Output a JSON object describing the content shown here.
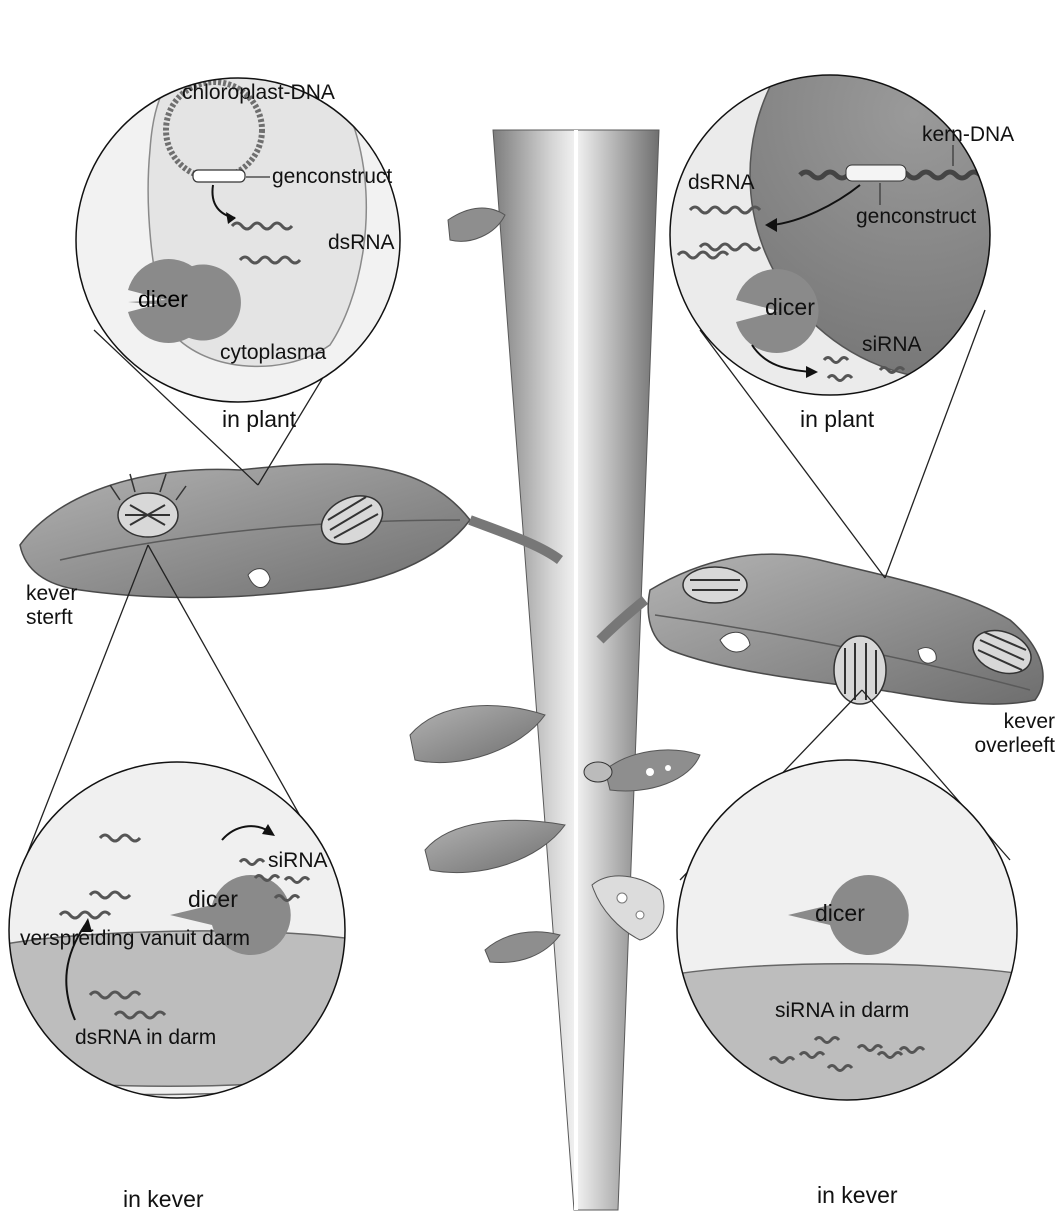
{
  "labels": {
    "top_left_chloroplast_dna": "chloroplast-DNA",
    "top_left_genconstruct": "genconstruct",
    "top_left_dsrna": "dsRNA",
    "top_left_dicer": "dicer",
    "top_left_cytoplasma": "cytoplasma",
    "top_left_caption": "in plant",
    "top_right_kern_dna": "kern-DNA",
    "top_right_dsrna": "dsRNA",
    "top_right_genconstruct": "genconstruct",
    "top_right_dicer": "dicer",
    "top_right_sirna": "siRNA",
    "top_right_caption": "in plant",
    "left_beetle_status": "kever\nsterft",
    "right_beetle_status": "kever\noverleeft",
    "bottom_left_dicer": "dicer",
    "bottom_left_sirna": "siRNA",
    "bottom_left_spread": "verspreiding vanuit darm",
    "bottom_left_dsrna_gut": "dsRNA in darm",
    "bottom_left_caption": "in kever",
    "bottom_right_dicer": "dicer",
    "bottom_right_sirna_gut": "siRNA in darm",
    "bottom_right_caption": "in kever"
  },
  "colors": {
    "plant_gray": "#a9a9a9",
    "cell_fill": "#e6e6e6",
    "nucleus": "#8c8c8c",
    "dicer": "#8a8a8a",
    "gut": "#b8b8b8"
  }
}
